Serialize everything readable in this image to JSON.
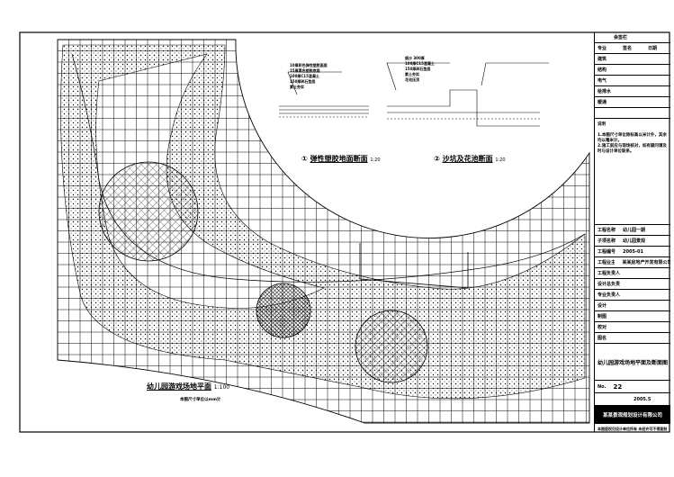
{
  "drawing": {
    "plan_title": "幼儿园游戏场地平面",
    "plan_scale": "1:100",
    "plan_subtitle": "本图尺寸单位以mm计",
    "section1": {
      "num": "①",
      "title": "弹性塑胶地面断面",
      "scale": "1:20"
    },
    "section2": {
      "num": "②",
      "title": "沙坑及花池断面",
      "scale": "1:20"
    },
    "section1_notes": [
      "10厚彩色弹性塑胶面层",
      "15厚黑色塑胶底层",
      "100厚C15混凝土",
      "150厚碎石垫层",
      "素土夯实"
    ],
    "section2_notes": [
      "细沙 300厚",
      "100厚C15混凝土",
      "150厚碎石垫层",
      "素土夯实",
      "花池压顶"
    ]
  },
  "title_block": {
    "countersign": "会签栏",
    "columns": [
      "专业",
      "签名",
      "日期"
    ],
    "disciplines": [
      "建筑",
      "结构",
      "电气",
      "给排水",
      "暖通"
    ],
    "notes_title": "说明",
    "notes": [
      "1.本图尺寸单位除标高以米计外，其余均以毫米计。",
      "2.施工前应与现场核对，如有疑问请及时与设计单位联系。"
    ],
    "fields": [
      {
        "label": "工程名称",
        "value": "幼儿园一期"
      },
      {
        "label": "子项名称",
        "value": "幼儿园景观"
      },
      {
        "label": "工程编号",
        "value": "2005-01"
      },
      {
        "label": "工程业主",
        "value": "某某房地产开发有限公司"
      },
      {
        "label": "工程负责人",
        "value": ""
      },
      {
        "label": "设计总负责",
        "value": ""
      },
      {
        "label": "专业负责人",
        "value": ""
      },
      {
        "label": "设计",
        "value": ""
      },
      {
        "label": "制图",
        "value": ""
      },
      {
        "label": "校对",
        "value": ""
      },
      {
        "label": "图名",
        "value": ""
      }
    ],
    "drawing_name": "幼儿园游戏场地平面及断面图",
    "sheet_no": "22",
    "date": "2005.5",
    "company": "某某景观规划设计有限公司",
    "footer": "本图版权归设计单位所有 未经许可不得复制"
  }
}
